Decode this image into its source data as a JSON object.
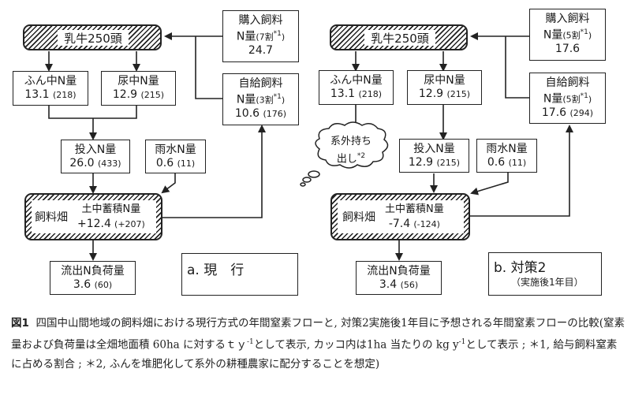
{
  "diagrams": [
    {
      "id": "a",
      "label": "a. 現　行",
      "sublabel": "",
      "herd": "乳牛250頭",
      "dung_n": {
        "title": "ふん中N量",
        "value": "13.1",
        "per_ha": "(218)"
      },
      "urine_n": {
        "title": "尿中N量",
        "value": "12.9",
        "per_ha": "(215)"
      },
      "purchased_feed": {
        "title": "購入飼料",
        "subtitle": "N量",
        "ratio": "(7割",
        "note": "*1",
        "close": ")",
        "value": "24.7",
        "per_ha": ""
      },
      "self_feed": {
        "title": "自給飼料",
        "subtitle": "N量",
        "ratio": "(3割",
        "note": "*1",
        "close": ")",
        "value": "10.6",
        "per_ha": "(176)"
      },
      "input_n": {
        "title": "投入N量",
        "value": "26.0",
        "per_ha": "(433)"
      },
      "rain_n": {
        "title": "雨水N量",
        "value": "0.6",
        "per_ha": "(11)"
      },
      "field": {
        "name": "飼料畑",
        "title": "土中蓄積N量",
        "value": "+12.4",
        "per_ha": "(+207)"
      },
      "outflow": {
        "title": "流出N負荷量",
        "value": "3.6",
        "per_ha": "(60)"
      }
    },
    {
      "id": "b",
      "label": "b. 対策2",
      "sublabel": "（実施後1年目）",
      "herd": "乳牛250頭",
      "dung_n": {
        "title": "ふん中N量",
        "value": "13.1",
        "per_ha": "(218)"
      },
      "urine_n": {
        "title": "尿中N量",
        "value": "12.9",
        "per_ha": "(215)"
      },
      "purchased_feed": {
        "title": "購入飼料",
        "subtitle": "N量",
        "ratio": "(5割",
        "note": "*1",
        "close": ")",
        "value": "17.6",
        "per_ha": ""
      },
      "self_feed": {
        "title": "自給飼料",
        "subtitle": "N量",
        "ratio": "(5割",
        "note": "*1",
        "close": ")",
        "value": "17.6",
        "per_ha": "(294)"
      },
      "export_cloud": {
        "line1": "系外持ち",
        "line2": "出し",
        "note": "*2"
      },
      "input_n": {
        "title": "投入N量",
        "value": "12.9",
        "per_ha": "(215)"
      },
      "rain_n": {
        "title": "雨水N量",
        "value": "0.6",
        "per_ha": "(11)"
      },
      "field": {
        "name": "飼料畑",
        "title": "土中蓄積N量",
        "value": "-7.4",
        "per_ha": "(-124)"
      },
      "outflow": {
        "title": "流出N負荷量",
        "value": "3.4",
        "per_ha": "(56)"
      }
    }
  ],
  "caption": {
    "fig_label": "図1",
    "text": "四国中山間地域の飼料畑における現行方式の年間窒素フローと, 対策2実施後1年目に予想される年間窒素フローの比較(窒素量および負荷量は全畑地面積 60ha に対するｔｙ",
    "sup1": "-1",
    "text2": "として表示, カッコ内は1ha 当たりの kg y",
    "sup2": "-1",
    "text3": "として表示 ; ＊1, 給与飼料窒素に占める割合 ; ＊2, ふんを堆肥化して系外の耕種農家に配分することを想定)"
  }
}
